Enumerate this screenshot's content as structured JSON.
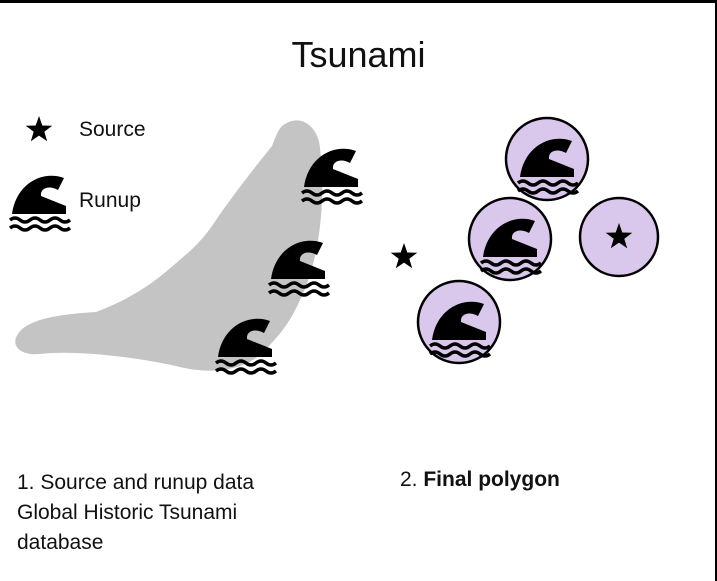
{
  "title": "Tsunami",
  "legend": {
    "source_label": "Source",
    "runup_label": "Runup",
    "source_icon": "star-icon",
    "runup_icon": "wave-icon"
  },
  "captions": {
    "left_line1": "1. Source and runup data",
    "left_line2": "Global Historic Tsunami",
    "left_line3": "database",
    "right_prefix": "2. ",
    "right_bold": "Final polygon"
  },
  "colors": {
    "land": "#c4c4c4",
    "polygon_fill": "#d9c8ec",
    "icon": "#000000"
  }
}
